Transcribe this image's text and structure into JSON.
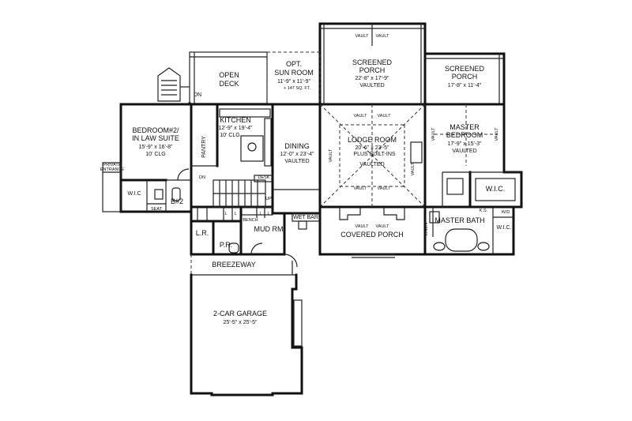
{
  "rooms": {
    "open_deck": [
      "OPEN",
      "DECK"
    ],
    "sun_room": [
      "OPT.",
      "SUN ROOM",
      "11'-9\" x 11'-9\"",
      "+ 147 SQ. FT."
    ],
    "screened_porch_center": [
      "SCREENED",
      "PORCH",
      "22'-8\" x 17'-9\"",
      "VAULTED"
    ],
    "screened_porch_right": [
      "SCREENED",
      "PORCH",
      "17'-8\" x 11'-4\""
    ],
    "bedroom2": [
      "BEDROOM#2/",
      "IN LAW SUITE",
      "15'-9\" x 16'-8\"",
      "10' CLG"
    ],
    "kitchen": [
      "KITCHEN",
      "12'-9\" x 19'-4\"",
      "10' CLG"
    ],
    "pantry": "PANTRY",
    "dining": [
      "DINING",
      "12'-0\" x 23'-4\"",
      "VAULTED"
    ],
    "lodge_room": [
      "LODGE ROOM",
      "20'-6\" x 23'-5\"",
      "PLUS BUILT-INS"
    ],
    "master_bedroom": [
      "MASTER",
      "BEDROOM",
      "17'-9\" x 15'-3\"",
      "VAULTED"
    ],
    "wic_left": "W.I.C",
    "b2": "B#2",
    "seat": "SEAT",
    "private_entrance": [
      "PRIVATE",
      "ENTRANCE"
    ],
    "wic_master": "W.I.C.",
    "wic_bath": "W.I.C.",
    "ks": "K.S.",
    "wd": "W/D",
    "master_bath": "MASTER BATH",
    "linen": "LINEN",
    "lr": "L.R.",
    "pr": "P.R.",
    "mud_rm": "MUD RM",
    "bench": "BENCH",
    "desk": "DESK",
    "wet_bar": "WET BAR",
    "covered_porch": "COVERED PORCH",
    "breezeway": "BREEZEWAY",
    "garage": [
      "2-CAR GARAGE",
      "25'-5\" x 25'-5\""
    ]
  },
  "marks": {
    "dn": "DN",
    "up": "UP",
    "l": "L",
    "vault": "VAULT",
    "vaulted": "VAULTED"
  }
}
